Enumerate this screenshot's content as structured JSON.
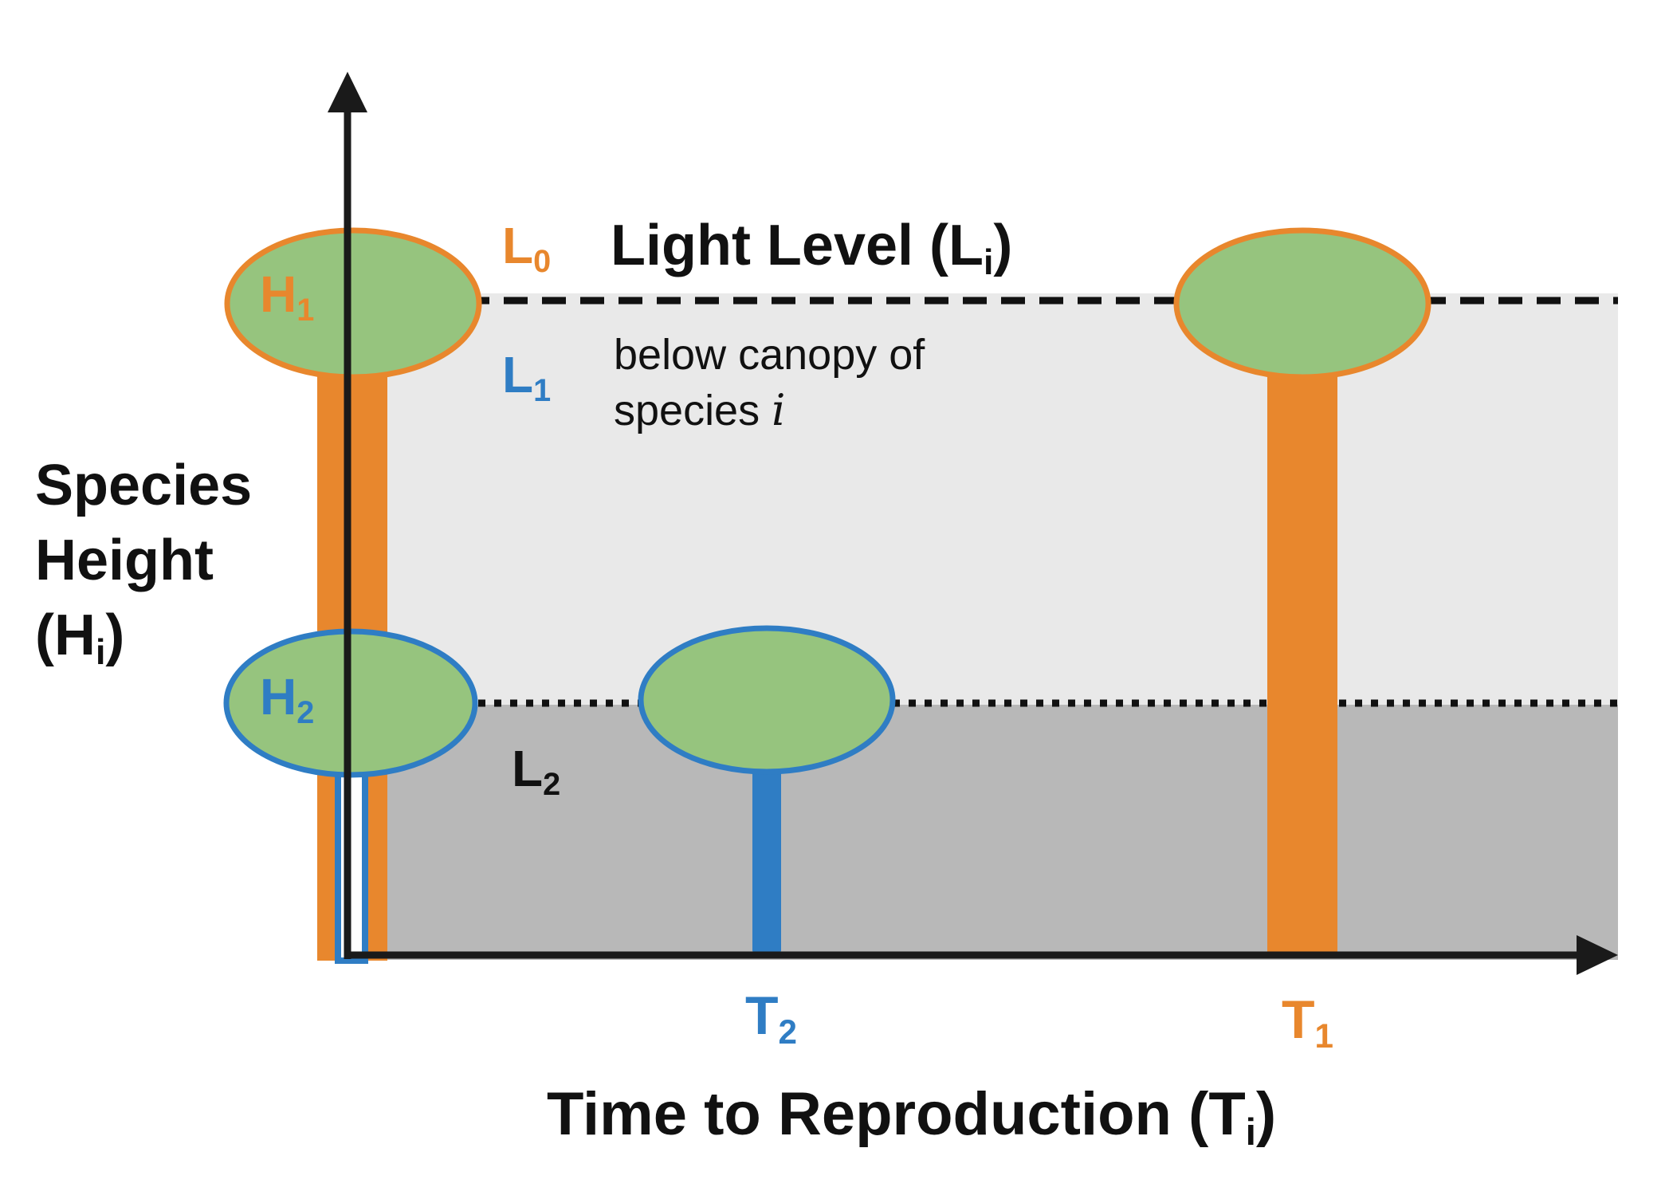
{
  "colors": {
    "orange": "#e8872d",
    "blue": "#2f7dc4",
    "canopy_green": "#96c47e",
    "light_zone": "#e9e9e9",
    "shade_zone": "#b8b8b8",
    "axis": "#1a1a1a"
  },
  "axes": {
    "y_label_line1": "Species",
    "y_label_line2": "Height",
    "y_label_base": "(H",
    "y_label_sub": "i",
    "y_label_close": ")",
    "x_label_base": "Time to Reproduction (T",
    "x_label_sub": "i",
    "x_label_close": ")"
  },
  "heights": {
    "h1_base": "H",
    "h1_sub": "1",
    "h2_base": "H",
    "h2_sub": "2"
  },
  "times": {
    "t1_base": "T",
    "t1_sub": "1",
    "t2_base": "T",
    "t2_sub": "2"
  },
  "light": {
    "title_base": "Light Level (L",
    "title_sub": "i",
    "title_close": ")",
    "l0_base": "L",
    "l0_sub": "0",
    "l1_base": "L",
    "l1_sub": "1",
    "l2_base": "L",
    "l2_sub": "2",
    "note_line1": "below canopy of",
    "note_line2_text": "species ",
    "note_line2_var": "i"
  }
}
